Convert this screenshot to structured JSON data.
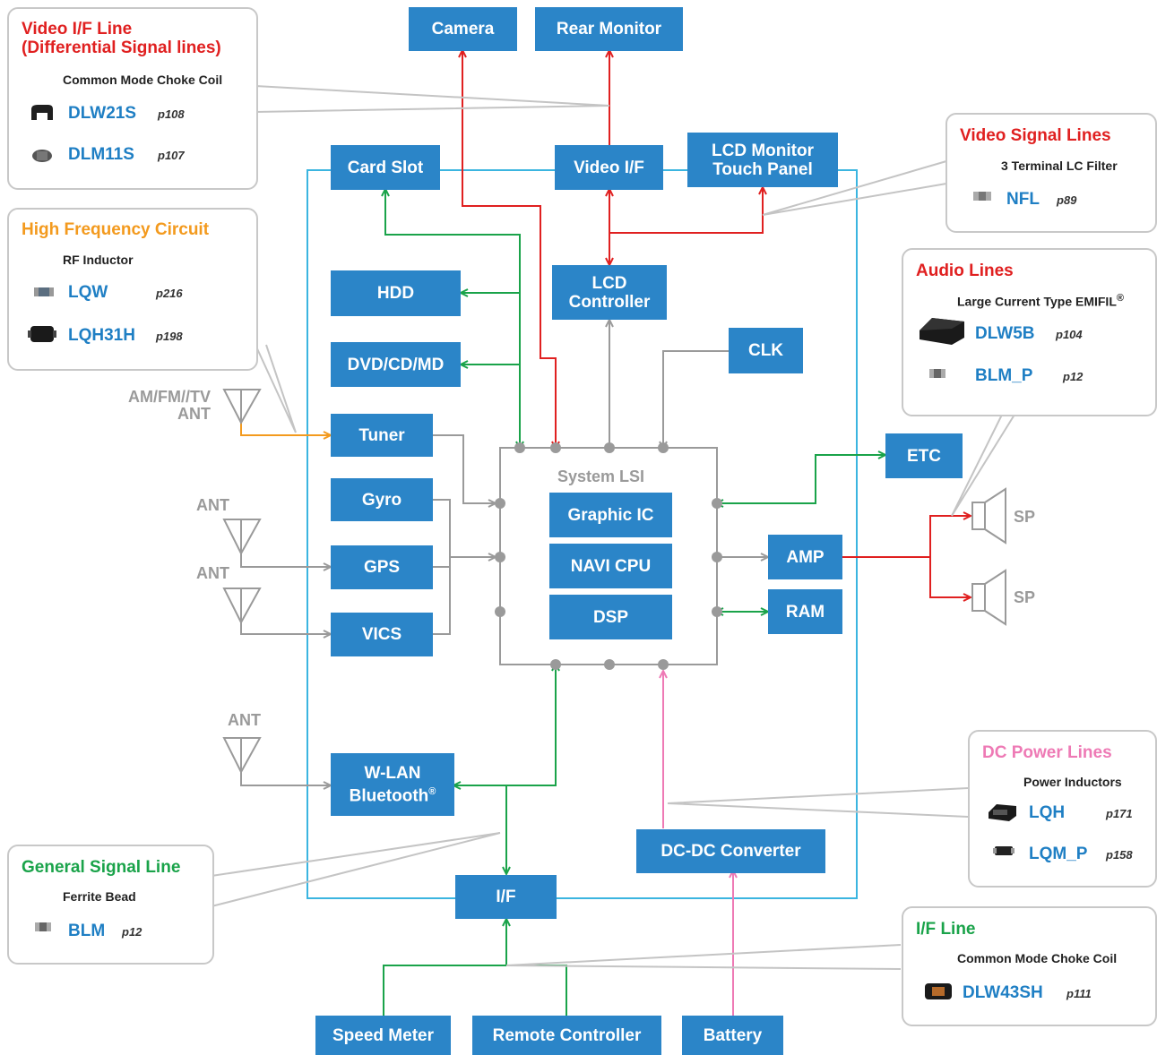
{
  "blocks": {
    "camera": "Camera",
    "rear_monitor": "Rear Monitor",
    "card_slot": "Card Slot",
    "video_if": "Video I/F",
    "lcd_monitor": "LCD Monitor\nTouch Panel",
    "lcd_controller": "LCD\nController",
    "hdd": "HDD",
    "dvd": "DVD/CD/MD",
    "clk": "CLK",
    "tuner": "Tuner",
    "gyro": "Gyro",
    "gps": "GPS",
    "vics": "VICS",
    "graphic_ic": "Graphic IC",
    "navi_cpu": "NAVI CPU",
    "dsp": "DSP",
    "etc": "ETC",
    "amp": "AMP",
    "ram": "RAM",
    "wlan": "W-LAN\nBluetooth",
    "dcdc": "DC-DC Converter",
    "if": "I/F",
    "speed_meter": "Speed Meter",
    "remote_controller": "Remote Controller",
    "battery": "Battery"
  },
  "system_lsi": "System LSI",
  "antennas": {
    "am_fm": "AM/FM//TV\nANT",
    "ant1": "ANT",
    "ant2": "ANT",
    "ant3": "ANT"
  },
  "speakers": {
    "sp1": "SP",
    "sp2": "SP"
  },
  "registered": "®",
  "callouts": {
    "video_if_line": {
      "title": "Video I/F Line\n(Differential Signal lines)",
      "subtitle": "Common Mode Choke Coil",
      "parts": [
        {
          "name": "DLW21S",
          "page": "p108"
        },
        {
          "name": "DLM11S",
          "page": "p107"
        }
      ]
    },
    "high_freq": {
      "title": "High Frequency Circuit",
      "subtitle": "RF Inductor",
      "parts": [
        {
          "name": "LQW",
          "page": "p216"
        },
        {
          "name": "LQH31H",
          "page": "p198"
        }
      ]
    },
    "video_signal": {
      "title": "Video Signal Lines",
      "subtitle": "3 Terminal LC Filter",
      "parts": [
        {
          "name": "NFL",
          "page": "p89"
        }
      ]
    },
    "audio": {
      "title": "Audio Lines",
      "subtitle": "Large Current Type EMIFIL",
      "parts": [
        {
          "name": "DLW5B",
          "page": "p104"
        },
        {
          "name": "BLM_P",
          "page": "p12"
        }
      ]
    },
    "dc_power": {
      "title": "DC Power Lines",
      "subtitle": "Power Inductors",
      "parts": [
        {
          "name": "LQH",
          "page": "p171"
        },
        {
          "name": "LQM_P",
          "page": "p158"
        }
      ]
    },
    "general_signal": {
      "title": "General Signal Line",
      "subtitle": "Ferrite Bead",
      "parts": [
        {
          "name": "BLM",
          "page": "p12"
        }
      ]
    },
    "if_line": {
      "title": "I/F Line",
      "subtitle": "Common Mode Choke Coil",
      "parts": [
        {
          "name": "DLW43SH",
          "page": "p111"
        }
      ]
    }
  },
  "colors": {
    "block": "#2b85c8",
    "frame": "#3bb5e0",
    "red": "#e02020",
    "green": "#1aa34a",
    "gray": "#9a9a9a",
    "orange": "#f39a1e",
    "pink": "#ee7ab5",
    "part_name": "#1f7fc4"
  }
}
